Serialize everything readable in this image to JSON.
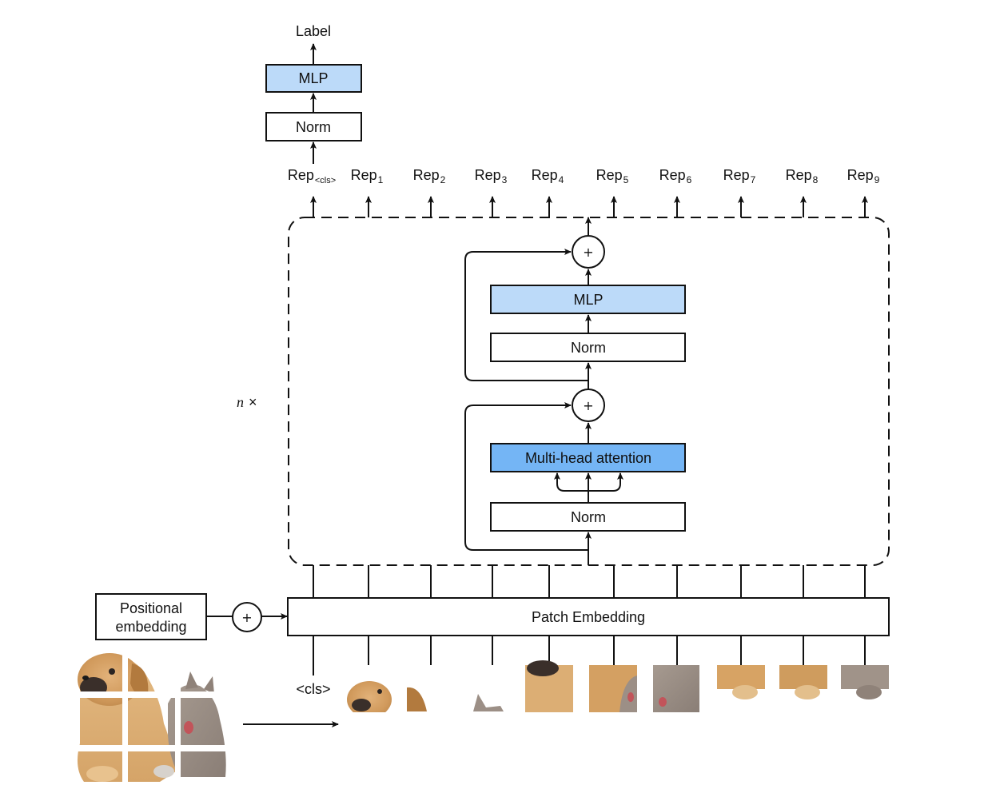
{
  "colors": {
    "mlp_fill": "#bcdaf9",
    "attention_fill": "#74b5f5",
    "box_fill": "#ffffff",
    "stroke": "#111111",
    "dog_fur": "#d9a769",
    "cat_fur": "#9c8f86"
  },
  "head": {
    "output_label": "Label",
    "mlp_label": "MLP",
    "norm_label": "Norm"
  },
  "reps": {
    "base": "Rep",
    "items": [
      {
        "sub": "<cls>"
      },
      {
        "sub": "1"
      },
      {
        "sub": "2"
      },
      {
        "sub": "3"
      },
      {
        "sub": "4"
      },
      {
        "sub": "5"
      },
      {
        "sub": "6"
      },
      {
        "sub": "7"
      },
      {
        "sub": "8"
      },
      {
        "sub": "9"
      }
    ]
  },
  "encoder_block": {
    "repeat_var": "n",
    "repeat_symbol": "×",
    "mlp_label": "MLP",
    "norm2_label": "Norm",
    "attention_label": "Multi-head attention",
    "norm1_label": "Norm",
    "add_symbol": "+"
  },
  "embedding": {
    "positional_line1": "Positional",
    "positional_line2": "embedding",
    "add_symbol": "+",
    "patch_label": "Patch Embedding",
    "cls_token": "<cls>"
  },
  "input": {
    "image_description": "puppy and kitten image split into 3x3 patches",
    "grid": "3x3",
    "patch_count": 9
  }
}
